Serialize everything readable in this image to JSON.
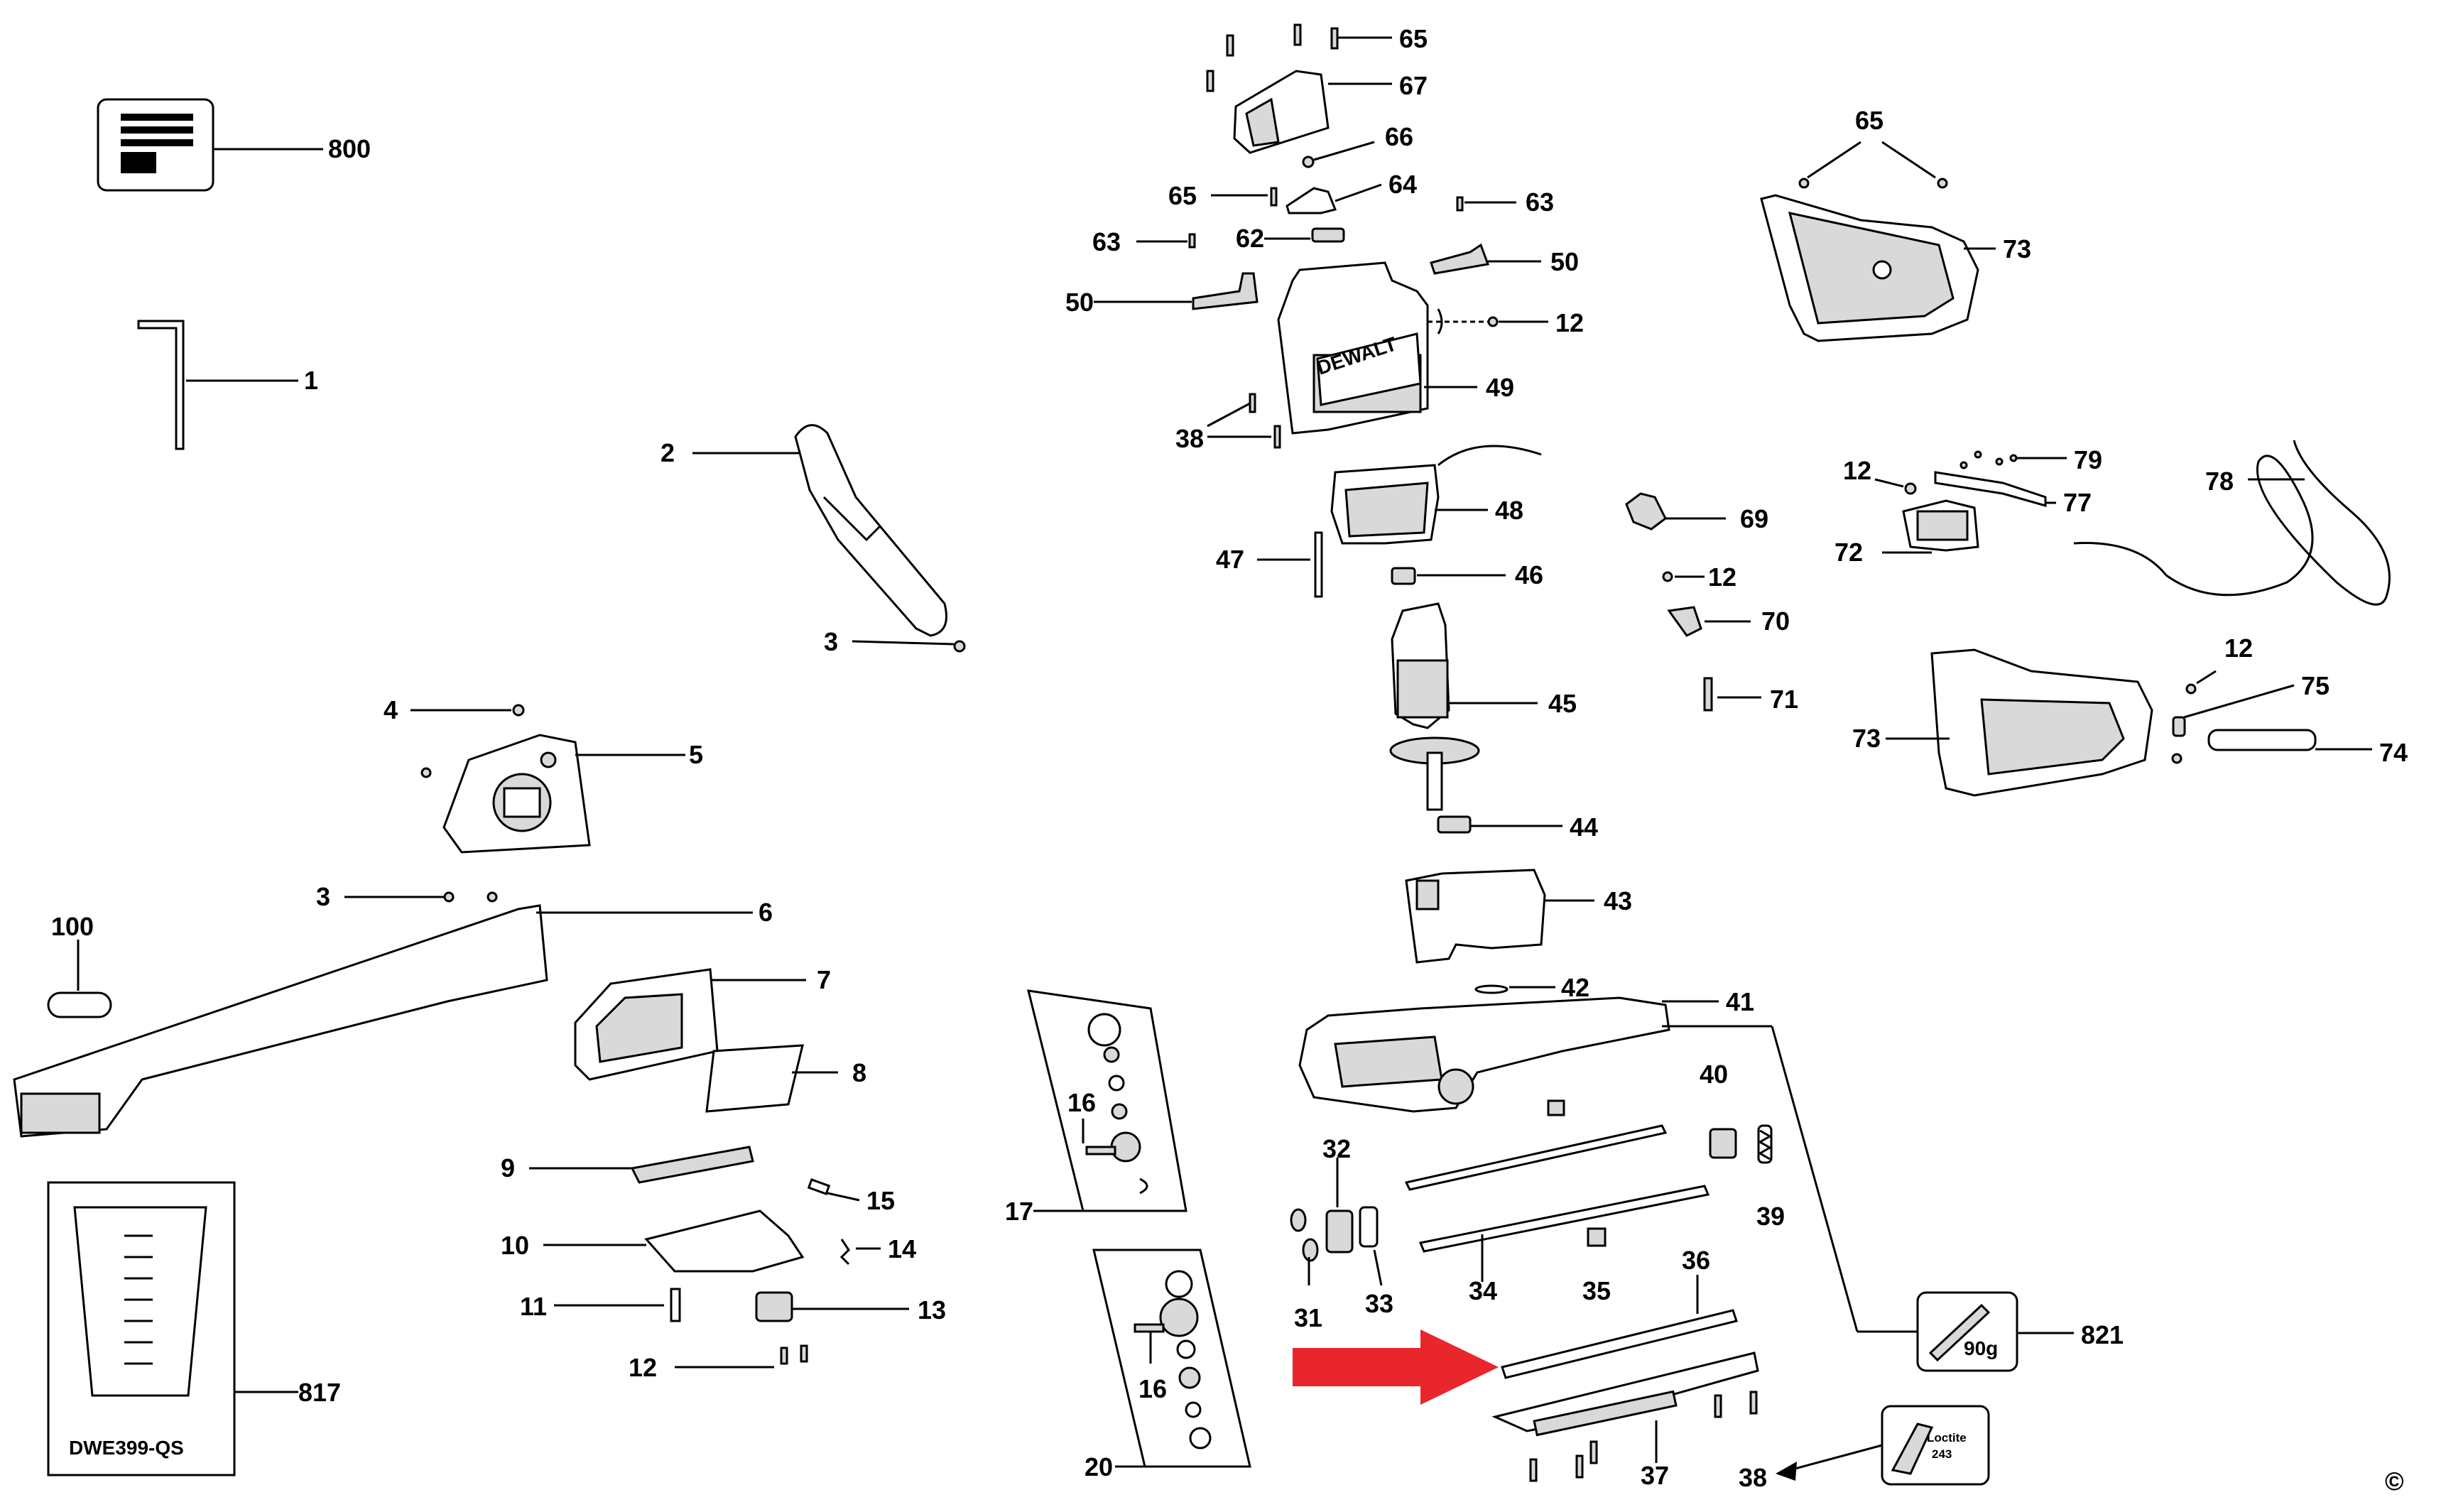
{
  "diagram": {
    "parts": [
      {
        "id": "p1",
        "num": "1"
      },
      {
        "id": "p2",
        "num": "2"
      },
      {
        "id": "p3a",
        "num": "3"
      },
      {
        "id": "p3b",
        "num": "3"
      },
      {
        "id": "p4",
        "num": "4"
      },
      {
        "id": "p5",
        "num": "5"
      },
      {
        "id": "p6",
        "num": "6"
      },
      {
        "id": "p7",
        "num": "7"
      },
      {
        "id": "p8",
        "num": "8"
      },
      {
        "id": "p9",
        "num": "9"
      },
      {
        "id": "p10",
        "num": "10"
      },
      {
        "id": "p11",
        "num": "11"
      },
      {
        "id": "p12a",
        "num": "12"
      },
      {
        "id": "p13",
        "num": "13"
      },
      {
        "id": "p14",
        "num": "14"
      },
      {
        "id": "p15",
        "num": "15"
      },
      {
        "id": "p16a",
        "num": "16"
      },
      {
        "id": "p16b",
        "num": "16"
      },
      {
        "id": "p17",
        "num": "17"
      },
      {
        "id": "p20",
        "num": "20"
      },
      {
        "id": "p31",
        "num": "31"
      },
      {
        "id": "p32",
        "num": "32"
      },
      {
        "id": "p33",
        "num": "33"
      },
      {
        "id": "p34",
        "num": "34"
      },
      {
        "id": "p35",
        "num": "35"
      },
      {
        "id": "p36",
        "num": "36"
      },
      {
        "id": "p37",
        "num": "37"
      },
      {
        "id": "p38a",
        "num": "38"
      },
      {
        "id": "p38b",
        "num": "38"
      },
      {
        "id": "p39",
        "num": "39"
      },
      {
        "id": "p40",
        "num": "40"
      },
      {
        "id": "p41",
        "num": "41"
      },
      {
        "id": "p42",
        "num": "42"
      },
      {
        "id": "p43",
        "num": "43"
      },
      {
        "id": "p44",
        "num": "44"
      },
      {
        "id": "p45",
        "num": "45"
      },
      {
        "id": "p46",
        "num": "46"
      },
      {
        "id": "p47",
        "num": "47"
      },
      {
        "id": "p48",
        "num": "48"
      },
      {
        "id": "p49",
        "num": "49"
      },
      {
        "id": "p50a",
        "num": "50"
      },
      {
        "id": "p50b",
        "num": "50"
      },
      {
        "id": "p62",
        "num": "62"
      },
      {
        "id": "p63a",
        "num": "63"
      },
      {
        "id": "p63b",
        "num": "63"
      },
      {
        "id": "p64",
        "num": "64"
      },
      {
        "id": "p65a",
        "num": "65"
      },
      {
        "id": "p65b",
        "num": "65"
      },
      {
        "id": "p65c",
        "num": "65"
      },
      {
        "id": "p66",
        "num": "66"
      },
      {
        "id": "p67",
        "num": "67"
      },
      {
        "id": "p69",
        "num": "69"
      },
      {
        "id": "p70",
        "num": "70"
      },
      {
        "id": "p71",
        "num": "71"
      },
      {
        "id": "p72",
        "num": "72"
      },
      {
        "id": "p73a",
        "num": "73"
      },
      {
        "id": "p73b",
        "num": "73"
      },
      {
        "id": "p74",
        "num": "74"
      },
      {
        "id": "p75",
        "num": "75"
      },
      {
        "id": "p77",
        "num": "77"
      },
      {
        "id": "p78",
        "num": "78"
      },
      {
        "id": "p79",
        "num": "79"
      },
      {
        "id": "p12b",
        "num": "12"
      },
      {
        "id": "p12c",
        "num": "12"
      },
      {
        "id": "p12d",
        "num": "12"
      },
      {
        "id": "p12e",
        "num": "12"
      },
      {
        "id": "p100",
        "num": "100"
      },
      {
        "id": "p800",
        "num": "800"
      },
      {
        "id": "p817",
        "num": "817"
      },
      {
        "id": "p821",
        "num": "821"
      }
    ],
    "model_label": "DWE399-QS",
    "brand_text": "DEWALT",
    "grease_label": "90g",
    "loctite_label": "Loctite",
    "loctite_number": "243",
    "copyright_symbol": "©",
    "colors": {
      "highlight_arrow": "#e8262b",
      "ink": "#000000",
      "background": "#ffffff"
    }
  }
}
